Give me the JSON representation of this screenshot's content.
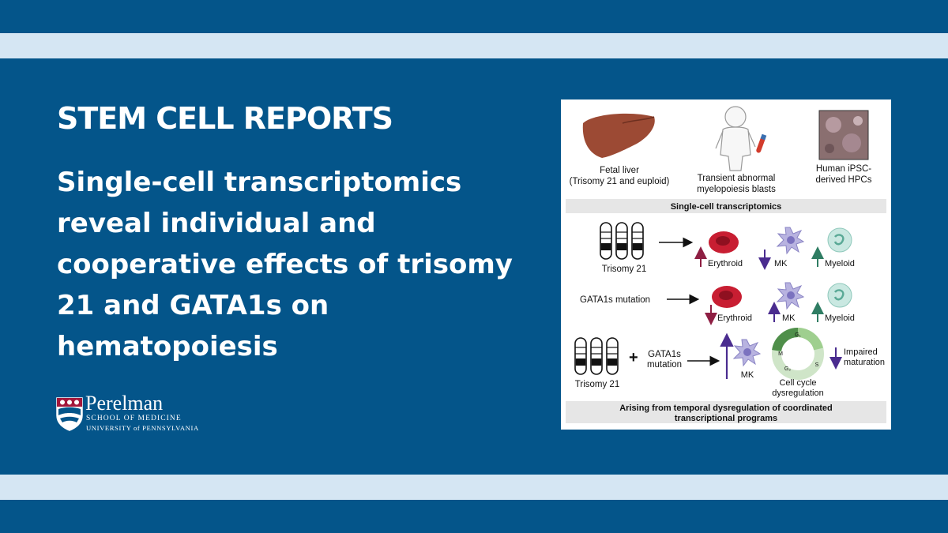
{
  "journal": "STEM CELL REPORTS",
  "headline": "Single-cell transcriptomics reveal individual and cooperative effects of trisomy 21 and GATA1s on hematopoiesis",
  "logo": {
    "name": "Perelman",
    "school": "SCHOOL OF MEDICINE",
    "university": "UNIVERSITY of PENNSYLVANIA"
  },
  "colors": {
    "background": "#04558a",
    "band": "#d5e6f3",
    "up_red": "#8e1f43",
    "down_purple": "#4a2c8f",
    "up_green": "#2f7d63"
  },
  "abstract": {
    "sources": {
      "fetal_liver_1": "Fetal liver",
      "fetal_liver_2": "(Trisomy 21 and euploid)",
      "tam_1": "Transient abnormal",
      "tam_2": "myelopoiesis blasts",
      "ipsc_1": "Human iPSC-",
      "ipsc_2": "derived HPCs"
    },
    "method": "Single-cell transcriptomics",
    "row1": {
      "cause": "Trisomy 21",
      "erythroid": "Erythroid",
      "mk": "MK",
      "myeloid": "Myeloid"
    },
    "row2": {
      "cause": "GATA1s mutation",
      "erythroid": "Erythroid",
      "mk": "MK",
      "myeloid": "Myeloid"
    },
    "row3": {
      "cause1": "Trisomy 21",
      "plus": "+",
      "cause2_1": "GATA1s",
      "cause2_2": "mutation",
      "mk": "MK",
      "cycle_1": "Cell cycle",
      "cycle_2": "dysregulation",
      "impaired_1": "Impaired",
      "impaired_2": "maturation",
      "phase_g1": "G₁",
      "phase_s": "S",
      "phase_m": "M",
      "phase_g2": "G₂"
    },
    "conclusion_1": "Arising from temporal dysregulation of coordinated",
    "conclusion_2": "transcriptional programs"
  }
}
